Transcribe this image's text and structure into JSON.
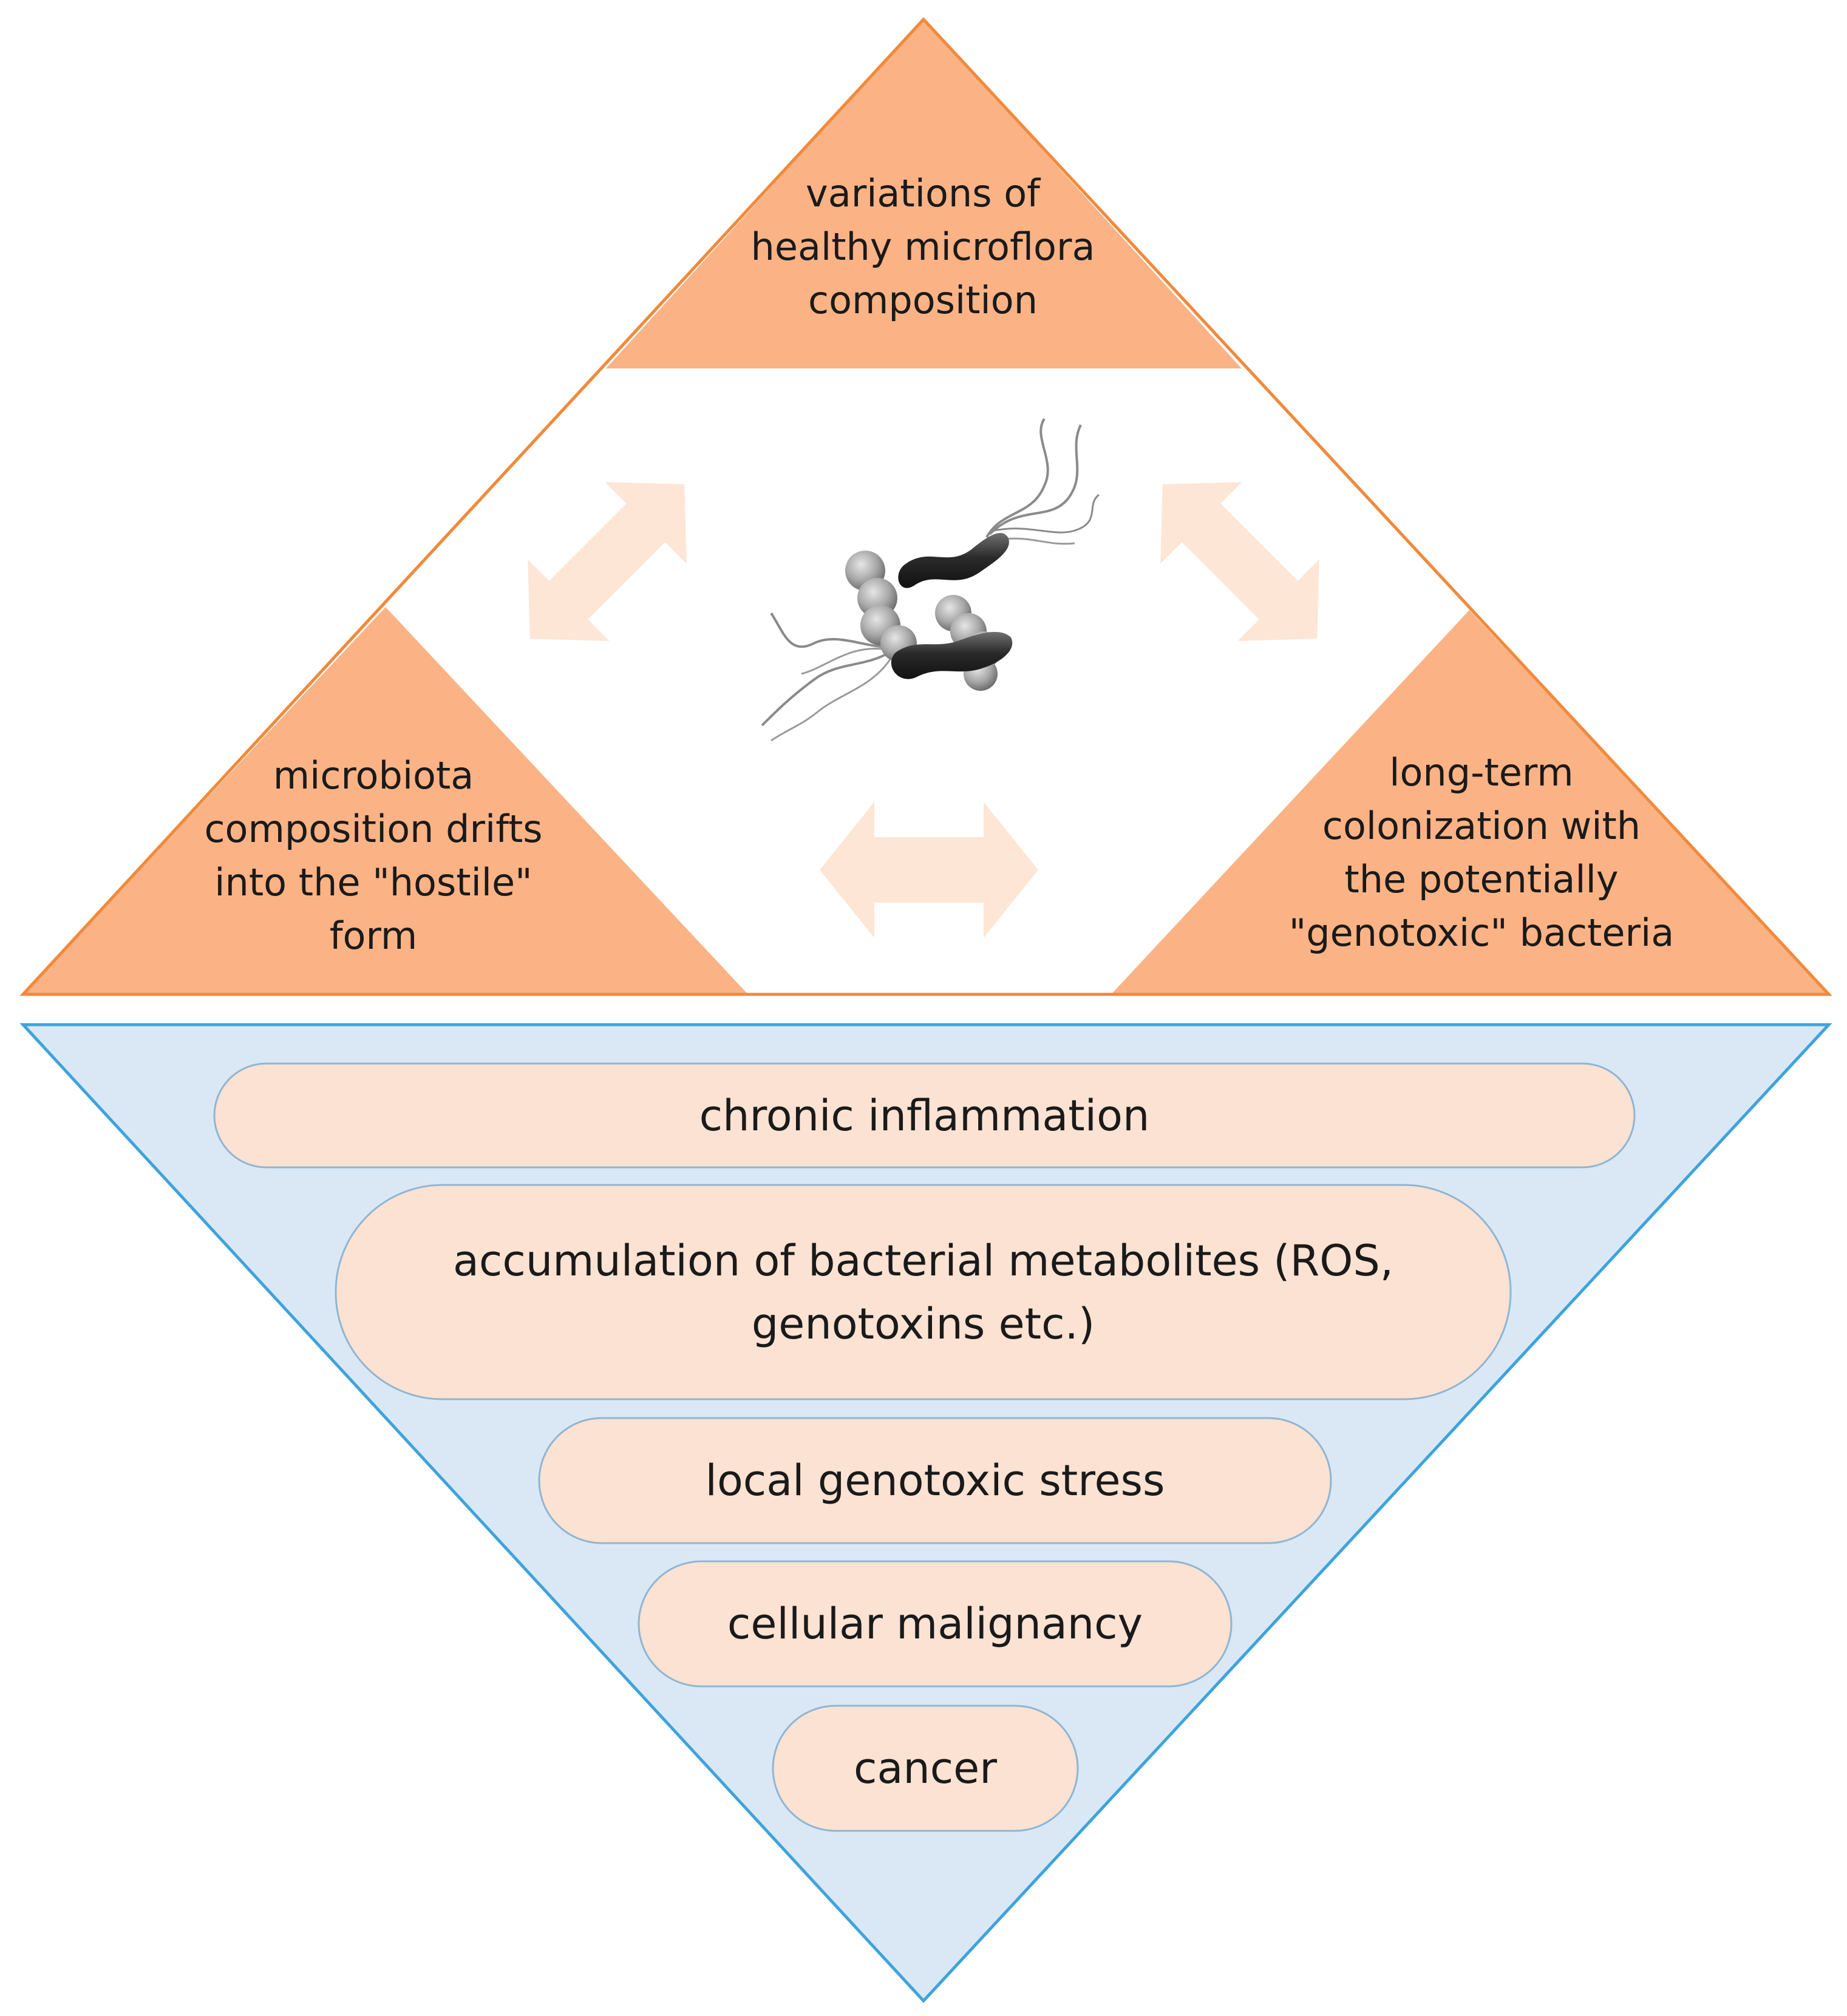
{
  "colors": {
    "orange_fill": "#FBB385",
    "orange_stroke": "#F08A3C",
    "blue_fill": "#DAE8F6",
    "blue_stroke": "#3FA3DB",
    "pill_fill": "#FCE2D2",
    "pill_stroke": "#8FB6D3",
    "arrow_fill": "#FDE6D6",
    "bacteria_dark": "#2b2b2b",
    "bacteria_grey": "#9a9a9a"
  },
  "factors": {
    "top": "variations of\nhealthy microflora\ncomposition",
    "left": "microbiota\ncomposition drifts\ninto the \"hostile\"\nform",
    "right": "long-term\ncolonization with\nthe potentially\n\"genotoxic\" bacteria"
  },
  "center_icon": "bacteria-icon",
  "arrows": [
    "diagonal-double-arrow",
    "diagonal-double-arrow",
    "horizontal-double-arrow"
  ],
  "stages": [
    "chronic inflammation",
    "accumulation of bacterial metabolites (ROS,\ngenotoxins etc.)",
    "local genotoxic stress",
    "cellular malignancy",
    "cancer"
  ]
}
